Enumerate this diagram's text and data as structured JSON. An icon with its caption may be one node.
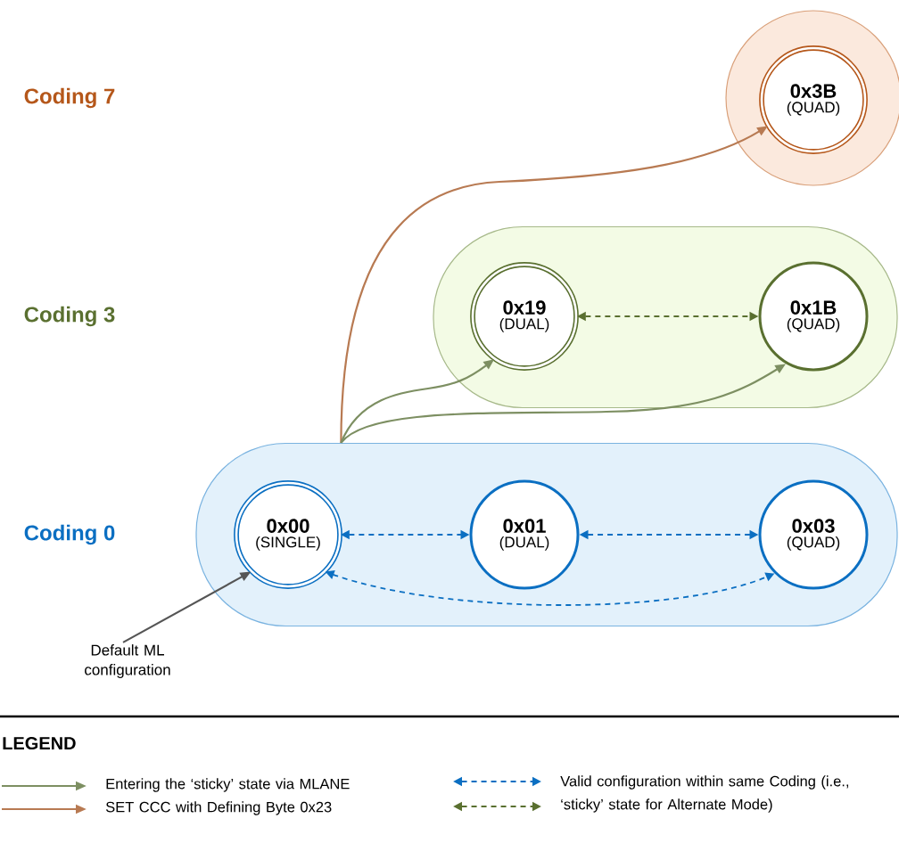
{
  "diagram": {
    "nodes": [
      {
        "text": [],
        "shape": "circle"
      },
      {
        "text": [
          "0x3B",
          "(QUAD)"
        ],
        "in": 0
      },
      {
        "text": [],
        "shape": "box"
      },
      {
        "text": [
          "0x19",
          "(DUAL)"
        ],
        "in": 2
      },
      {
        "text": [
          "0x1B",
          "(QUAD)"
        ],
        "in": 2
      },
      {
        "text": [],
        "shape": "box"
      },
      {
        "text": [
          "0x00",
          "(SINGLE)"
        ],
        "in": 5
      },
      {
        "text": [
          "0x01",
          "(DUAL)"
        ],
        "in": 5
      },
      {
        "text": [
          "0x03",
          "(QUAD)"
        ],
        "in": 5
      },
      {
        "text": [
          "Default ML configuration"
        ]
      }
    ],
    "edges": [
      {
        "from": 5,
        "to": 1,
        "arrow": "to",
        "color": "#b87a52"
      },
      {
        "from": 5,
        "to": 3,
        "arrow": "to",
        "color": "#7d8f62"
      },
      {
        "from": 5,
        "to": 4,
        "arrow": "to",
        "color": "#7d8f62"
      },
      {
        "from": 6,
        "to": 7,
        "arrow": "both",
        "style": "dashed"
      },
      {
        "from": 7,
        "to": 8,
        "arrow": "both",
        "style": "dashed"
      },
      {
        "from": 6,
        "to": 8,
        "arrow": "both",
        "style": "dashed"
      },
      {
        "from": 3,
        "to": 4,
        "arrow": "both",
        "style": "dashed",
        "color": "#5a7030"
      },
      {
        "from": 9,
        "to": 6,
        "arrow": "to",
        "color": "#555555"
      }
    ],
    "labels": [
      "Coding 7",
      "Coding 3",
      "Coding 0",
      "LEGEND"
    ],
    "legend": [
      {
        "text": "Entering the ‘sticky’ state via MLANE SET CCC with Defining Byte 0x23"
      },
      {
        "text": "Valid configuration within same Coding (i.e., ‘sticky’ state for Alternate Mode)"
      }
    ]
  }
}
